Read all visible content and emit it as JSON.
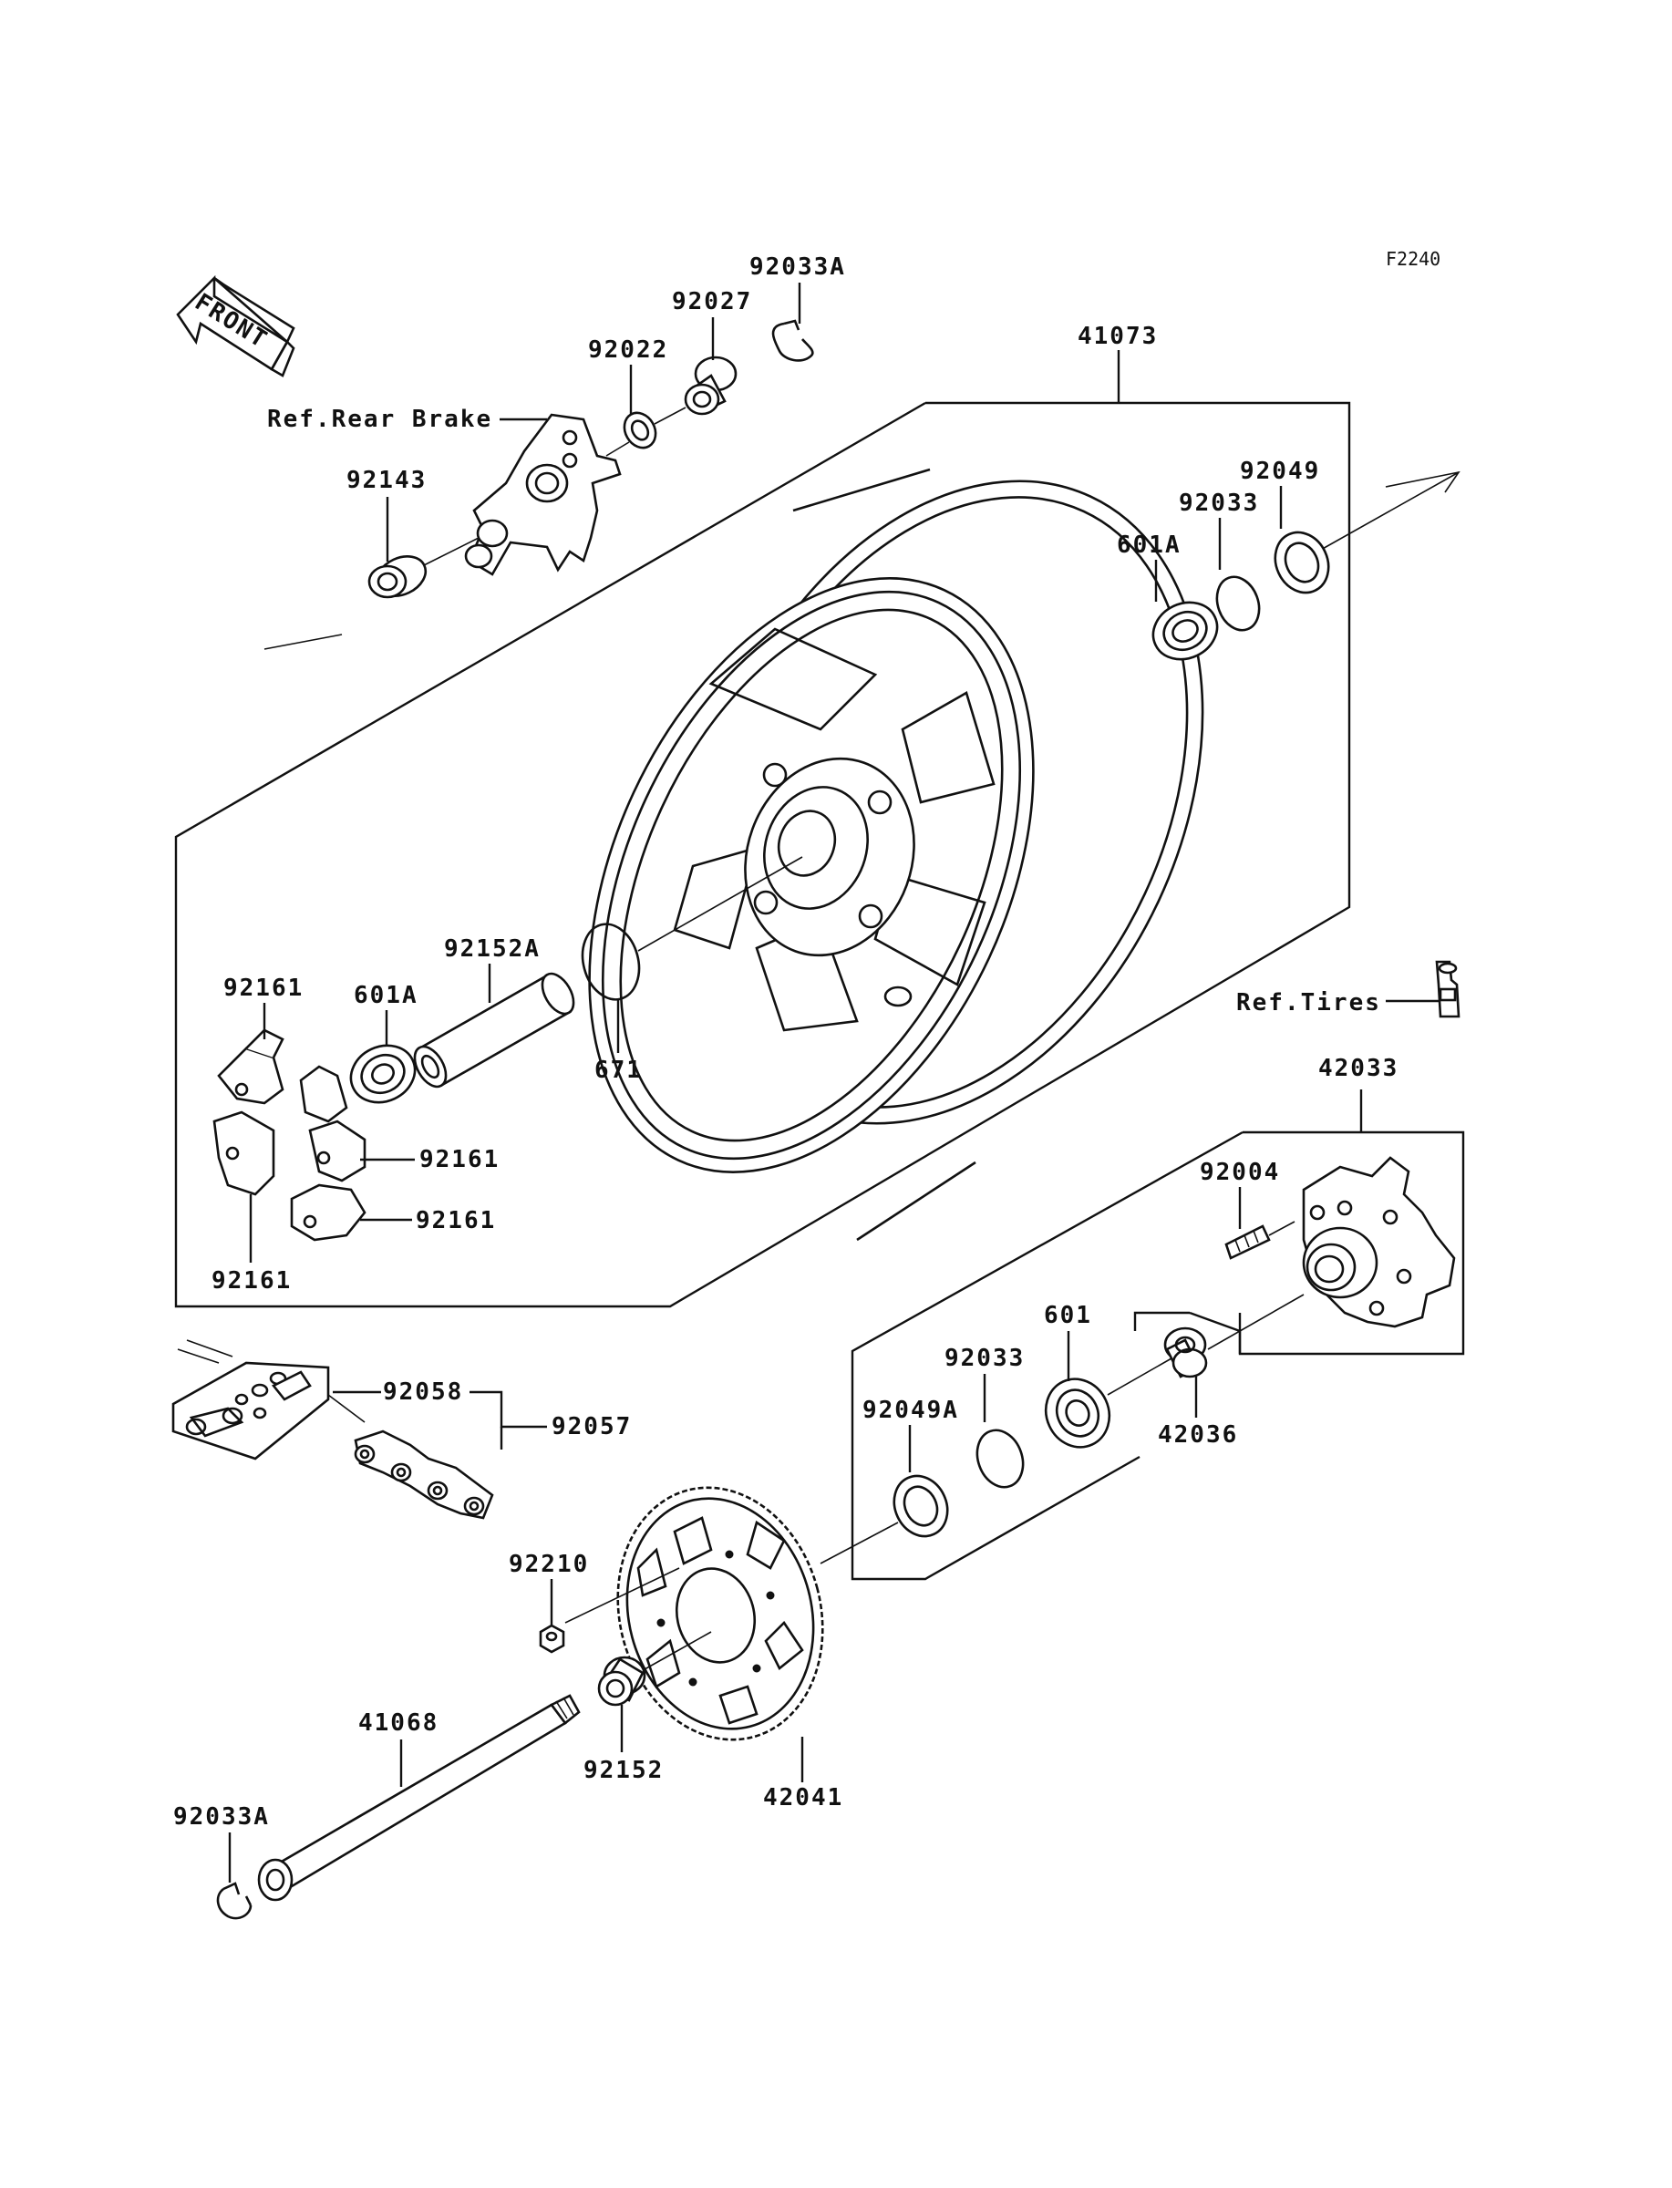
{
  "figure_code": "F2240",
  "front_label": "FRONT",
  "labels": {
    "p41073": "41073",
    "p92033A_top": "92033A",
    "p92027": "92027",
    "p92022": "92022",
    "ref_rear_brake": "Ref.Rear Brake",
    "p92143": "92143",
    "p92049": "92049",
    "p92033_top": "92033",
    "p601A_top": "601A",
    "p92152A": "92152A",
    "p92161_a": "92161",
    "p601A_left": "601A",
    "p671": "671",
    "p92161_b": "92161",
    "p92161_c": "92161",
    "p92161_d": "92161",
    "ref_tires": "Ref.Tires",
    "p42033": "42033",
    "p92004": "92004",
    "p601": "601",
    "p92033_mid": "92033",
    "p92049A": "92049A",
    "p42036": "42036",
    "p92058": "92058",
    "p92057": "92057",
    "p92210": "92210",
    "p41068": "41068",
    "p92152": "92152",
    "p42041": "42041",
    "p92033A_bottom": "92033A"
  }
}
